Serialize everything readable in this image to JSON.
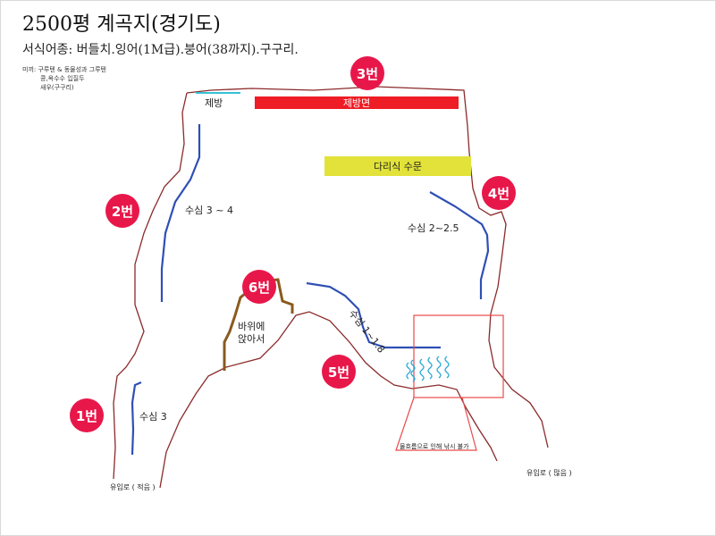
{
  "title": "2500평 계곡지(경기도)",
  "species": "서식어종: 버들치.잉어(1M급).붕어(38까지).구구리.",
  "bait_notes": [
    "미끼: 구루텐 & 동물성과 그루텐",
    "콩,옥수수 입질두",
    "새우(구구리)"
  ],
  "points": [
    "1번",
    "2번",
    "3번",
    "4번",
    "5번",
    "6번"
  ],
  "structures": {
    "dam_short": "제방",
    "dam_face": "제방면",
    "floodgate": "다리식 수문"
  },
  "depths": [
    "수심 3",
    "수심 3 ~ 4",
    "수심 2~2.5",
    "수심 1~1.8"
  ],
  "rock_note": [
    "바위에",
    "앉아서"
  ],
  "inflows": {
    "left": "유입로 ( 적음 )",
    "right": "유입로 ( 많음 )"
  },
  "reed_note": "물흐름으로 인해 낚시 불가",
  "colors": {
    "badge": "#e8174a",
    "shoreline": "#8b2a2a",
    "depth_line": "#2f4fb5",
    "dam_face": "#ee1c24",
    "floodgate": "#e2e23a",
    "dam_short": "#33c2d6",
    "rock": "#8a5a1e",
    "reed_box": "#e84a4a",
    "inflow_marks": "#2aa8d6"
  }
}
